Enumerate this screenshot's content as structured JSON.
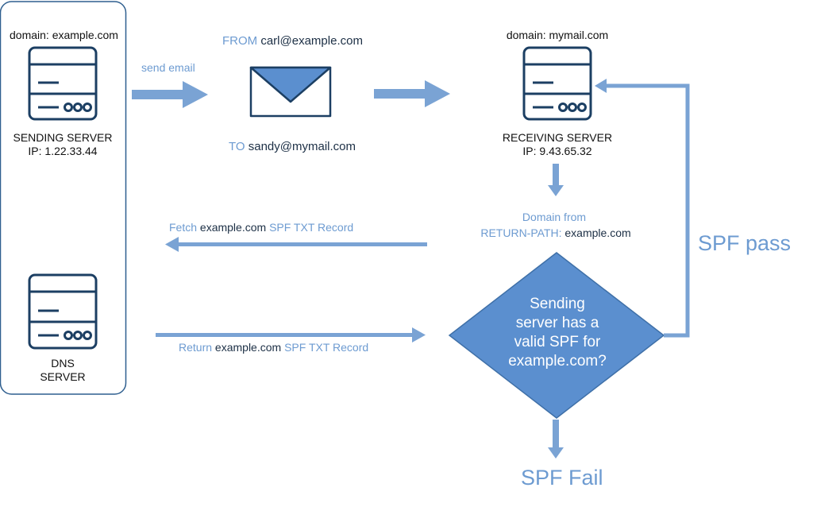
{
  "sending_server": {
    "domain": "domain: example.com",
    "name": "SENDING SERVER",
    "ip": "IP: 1.22.33.44"
  },
  "dns_server": {
    "name_line1": "DNS",
    "name_line2": "SERVER"
  },
  "receiving_server": {
    "domain": "domain: mymail.com",
    "name": "RECEIVING SERVER",
    "ip": "IP: 9.43.65.32"
  },
  "email": {
    "send_label": "send email",
    "from_prefix": "FROM",
    "from_address": "carl@example.com",
    "to_prefix": "TO",
    "to_address": "sandy@mymail.com"
  },
  "return_path": {
    "line1": "Domain from",
    "line2_prefix": "RETURN-PATH:",
    "line2_domain": "example.com"
  },
  "fetch": {
    "prefix": "Fetch",
    "domain": "example.com",
    "suffix": "SPF TXT Record"
  },
  "return_record": {
    "prefix": "Return",
    "domain": "example.com",
    "suffix": "SPF TXT Record"
  },
  "decision": {
    "line1": "Sending",
    "line2": "server has a",
    "line3": "valid SPF for",
    "line4": "example.com?"
  },
  "outcomes": {
    "pass": "SPF pass",
    "fail": "SPF Fail"
  },
  "colors": {
    "arrow": "#7aa3d4",
    "server_stroke": "#1c3f63",
    "diamond_fill": "#5b8fcf",
    "panel_border": "#2f5f8f"
  }
}
